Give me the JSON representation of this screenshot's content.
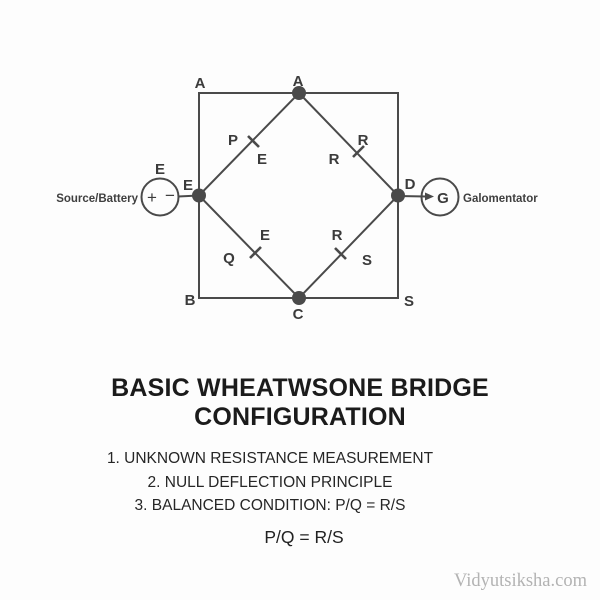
{
  "diagram": {
    "corners": {
      "top_left": "A",
      "bottom_left": "B",
      "bottom_right": "S"
    },
    "nodes": {
      "top": "A",
      "bottom": "C",
      "left": "E",
      "right": "D"
    },
    "battery": {
      "label": "Source/Battery",
      "emf_label": "E",
      "node_label": "E",
      "plus": "+",
      "minus": "−"
    },
    "galvanometer": {
      "symbol": "G",
      "label": "Galomentator"
    },
    "arms": {
      "upper_left": {
        "name": "P",
        "value": "E"
      },
      "upper_right": {
        "name": "R",
        "value": "R"
      },
      "lower_left": {
        "name": "Q",
        "value": "E"
      },
      "lower_right": {
        "name": "S",
        "value": "R"
      }
    },
    "colors": {
      "line": "#4a4a4a",
      "node_fill": "#4a4a4a",
      "label_text": "#3b3b3b"
    }
  },
  "title": {
    "line1": "BASIC WHEATWSONE BRIDGE",
    "line2": "CONFIGURATION"
  },
  "notes": {
    "items": [
      "1. UNKNOWN RESISTANCE MEASUREMENT",
      "2. NULL DEFLECTION PRINCIPLE",
      "3. BALANCED CONDITION: P/Q = R/S"
    ]
  },
  "formula": "P/Q = R/S",
  "watermark": "Vidyutsiksha.com"
}
